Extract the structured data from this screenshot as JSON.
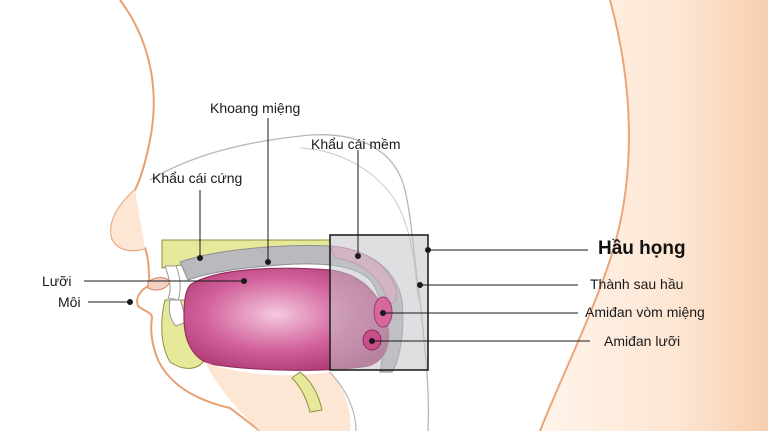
{
  "title": "Hầu họng",
  "labels": {
    "khoang_mieng": "Khoang miệng",
    "khau_cai_mem": "Khẩu cái mềm",
    "khau_cai_cung": "Khẩu cái cứng",
    "luoi": "Lưỡi",
    "moi": "Môi",
    "thanh_sau_hau": "Thành sau hầu",
    "amidan_vom_mieng": "Amiđan vòm miệng",
    "amidan_luoi": "Amiđan lưỡi"
  },
  "colors": {
    "skin": "#fde3cf",
    "outline": "#e8a87a",
    "bone": "#e8eaa0",
    "tongue": "#c54a86",
    "tongue_light": "#eab9d3",
    "palate": "#b8b8bc",
    "box": "#c0c0c4"
  }
}
